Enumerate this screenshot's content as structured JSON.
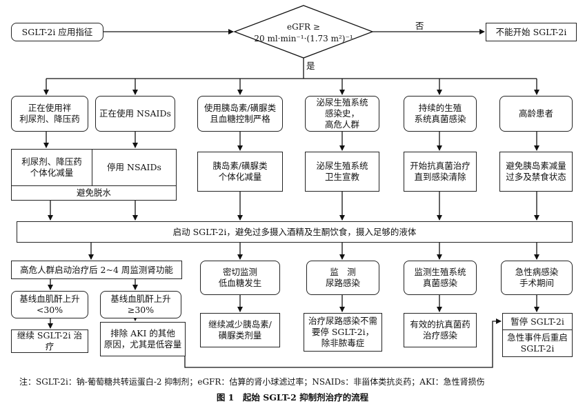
{
  "flow": {
    "start": "SGLT-2i 应用指征",
    "decision": {
      "line1": "eGFR ≥",
      "line2": "20 ml·min⁻¹·(1.73 m²)⁻¹"
    },
    "no_label": "否",
    "yes_label": "是",
    "no_result": "不能开始 SGLT-2i",
    "conditions": [
      "正在使用袢\n利尿剂、降压药",
      "正在使用 NSAIDs",
      "使用胰岛素/磺脲类\n且血糖控制严格",
      "泌尿生殖系统\n感染史，\n高危人群",
      "持续的生殖\n系统真菌感染",
      "高龄患者"
    ],
    "actions": [
      "利尿剂、降压药\n个体化减量",
      "停用 NSAIDs",
      "胰岛素/磺脲类\n个体化减量",
      "泌尿生殖系统\n卫生宣教",
      "开始抗真菌治疗\n直到感染清除",
      "避免胰岛素减量\n过多及禁食状态"
    ],
    "avoid_dehydration": "避免脱水",
    "initiate": "启动 SGLT-2i，避免过多摄入酒精及生酮饮食，摄入足够的液体",
    "monitor_kidney": "高危人群启动治疗后 2~4 周监测肾功能",
    "creat_low": "基线血肌酐上升\n<30%",
    "creat_high": "基线血肌酐上升\n≥30%",
    "continue_tx": "继续 SGLT-2i 治疗",
    "exclude_aki": "排除 AKI 的其他\n原因，尤其是低容量",
    "monitor_row": [
      "密切监测\n低血糖发生",
      "监　测\n尿路感染",
      "监测生殖系统\n真菌感染",
      "急性病感染\n手术期间"
    ],
    "reduce_insulin": "继续减少胰岛素/\n磺脲类剂量",
    "uti_treat": "治疗尿路感染不需\n要停 SGLT-2i，\n除非脓毒症",
    "antifungal": "有效的抗真菌药\n治疗感染",
    "pause": "暂停 SGLT-2i",
    "restart": "急性事件后重启\nSGLT-2i"
  },
  "note": "注：SGLT-2i：钠-葡萄糖共转运蛋白-2 抑制剂；eGFR：估算的肾小球滤过率；NSAIDs：非甾体类抗炎药；AKI：急性肾损伤",
  "caption": "图 1　起始 SGLT-2 抑制剂治疗的流程"
}
